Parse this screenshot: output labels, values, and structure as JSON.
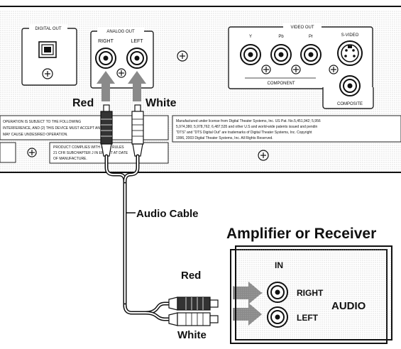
{
  "panel": {
    "digital_out": "DIGITAL OUT",
    "analog_out": "ANALOG OUT",
    "analog_right": "RIGHT",
    "analog_left": "LEFT",
    "video_out": "VIDEO OUT",
    "video_y": "Y",
    "video_pb": "Pb",
    "video_pr": "Pr",
    "video_svideo": "S-VIDEO",
    "component": "COMPONENT",
    "composite": "COMPOSITE",
    "fcc_line1": "OPERATION IS SUBJECT TO THE FOLLOWING",
    "fcc_line2": "INTERFERENCE, AND (2) THIS DEVICE MUST ACCEPT ANY",
    "fcc_line3": "MAY CAUSE UNDESIRED OPERATION.",
    "dts_line1": "Manufactured under license from Digital Theater Systems, Inc. US Pat. No.5,451,942; 5,956",
    "dts_line2": "5,974,380; 5,978,762; 6,487,535 and other U.S and world-wide patents issued and pendin",
    "dts_line3": "\"DTS\" and \"DTS Digital Out\" are trademarks of Digital Theater Systems, Inc. Copyright",
    "dts_line4": "1996, 2003 Digital Theater Systems, Inc. All Rights Reserved.",
    "product_line1": "PRODUCT COMPLIES WITH DHHS RULES",
    "product_line2": "21 CFR SUBCHAPTER J IN EFFECT AT DATE",
    "product_line3": "OF MANUFACTURE."
  },
  "callouts": {
    "red_top": "Red",
    "white_top": "White",
    "audio_cable": "Audio Cable",
    "device_title": "Amplifier or Receiver",
    "in": "IN",
    "right": "RIGHT",
    "left": "LEFT",
    "audio": "AUDIO",
    "red_bottom": "Red",
    "white_bottom": "White"
  }
}
